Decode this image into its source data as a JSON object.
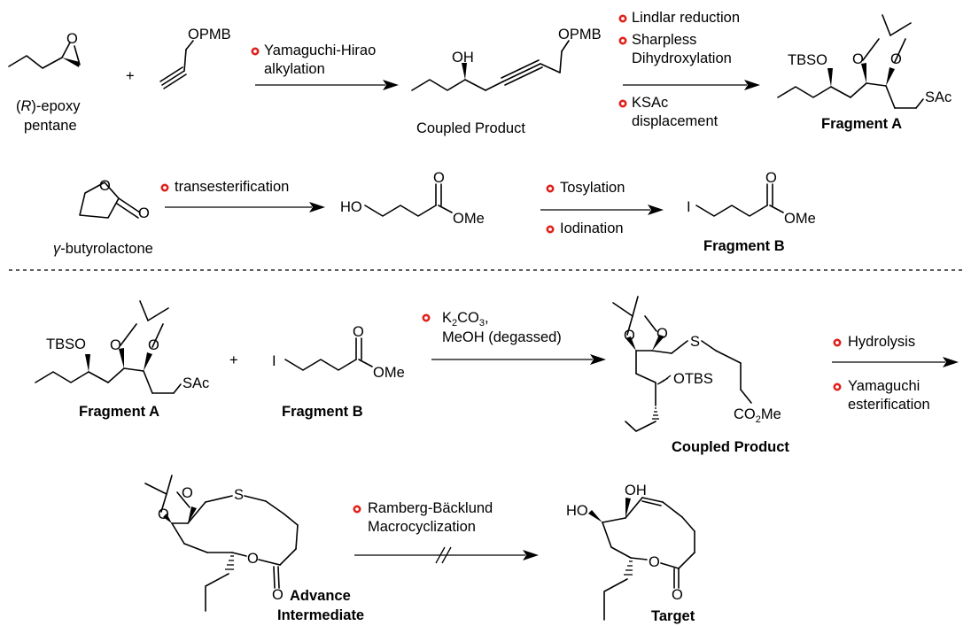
{
  "colors": {
    "bullet": "#e0211b",
    "ink": "#000000"
  },
  "row1": {
    "epoxy_label_prefix": "(",
    "epoxy_label_italic": "R",
    "epoxy_label_suffix": ")-epoxy",
    "epoxy_label_line2": "pentane",
    "epoxy_O": "O",
    "plus": "+",
    "alkyne_OPMB": "OPMB",
    "step1_line1": "Yamaguchi-Hirao",
    "step1_line2": "alkylation",
    "coupled_OH": "OH",
    "coupled_OPMB": "OPMB",
    "coupled_label": "Coupled Product",
    "step2_a": "Lindlar reduction",
    "step2_b_line1": "Sharpless",
    "step2_b_line2": "Dihydroxylation",
    "step2_c_line1": "KSAc",
    "step2_c_line2": "displacement",
    "fragA_TBSO": "TBSO",
    "fragA_O1": "O",
    "fragA_O2": "O",
    "fragA_SAc": "SAc",
    "fragA_label": "Fragment A"
  },
  "row2": {
    "lactone_O1": "O",
    "lactone_O2": "O",
    "lactone_label_prefix": "γ",
    "lactone_label_suffix": "-butyrolactone",
    "step3": "transesterification",
    "ester_HO": "HO",
    "ester_O": "O",
    "ester_OMe": "OMe",
    "step4_a": "Tosylation",
    "step4_b": "Iodination",
    "fragB_I": "I",
    "fragB_O": "O",
    "fragB_OMe": "OMe",
    "fragB_label": "Fragment B"
  },
  "row3": {
    "fragA_TBSO": "TBSO",
    "fragA_O1": "O",
    "fragA_O2": "O",
    "fragA_SAc": "SAc",
    "fragA_label": "Fragment A",
    "plus": "+",
    "fragB_I": "I",
    "fragB_O": "O",
    "fragB_OMe": "OMe",
    "fragB_label": "Fragment B",
    "step5_line1_a": "K",
    "step5_line1_sub1": "2",
    "step5_line1_b": "CO",
    "step5_line1_sub2": "3",
    "step5_line1_c": ",",
    "step5_line2": "MeOH (degassed)",
    "coupled_O1": "O",
    "coupled_O2": "O",
    "coupled_S": "S",
    "coupled_OTBS": "OTBS",
    "coupled_CO2Me_a": "CO",
    "coupled_CO2Me_sub": "2",
    "coupled_CO2Me_b": "Me",
    "coupled_label": "Coupled Product",
    "step6_a": "Hydrolysis",
    "step6_b_line1": "Yamaguchi",
    "step6_b_line2": "esterification"
  },
  "row4": {
    "adv_O1": "O",
    "adv_O2": "O",
    "adv_S": "S",
    "adv_O3": "O",
    "adv_O4": "O",
    "adv_label_line1": "Advance",
    "adv_label_line2": "Intermediate",
    "step7_line1": "Ramberg-Bäcklund",
    "step7_line2": "Macrocyclization",
    "target_OH": "OH",
    "target_HO": "HO",
    "target_O1": "O",
    "target_O2": "O",
    "target_label": "Target"
  }
}
